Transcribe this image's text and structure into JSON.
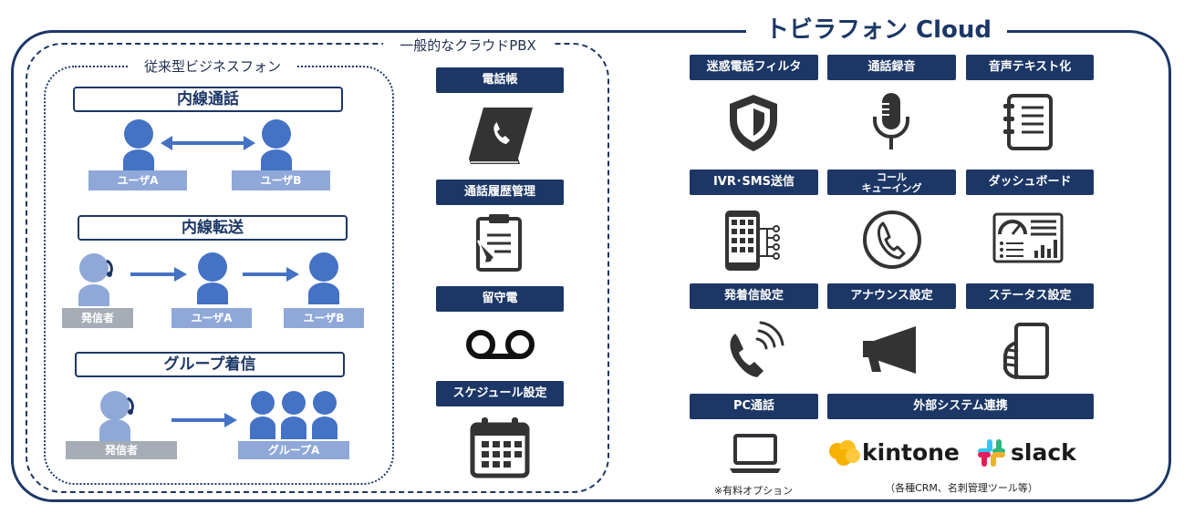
{
  "main_title": "トビラフォン Cloud",
  "pbx_title": "一般的なクラウドPBX",
  "traditional_title": "従来型ビジネスフォン",
  "traditional": {
    "internal_call": {
      "title": "内線通話",
      "user_a": "ユーザA",
      "user_b": "ユーザB"
    },
    "transfer": {
      "title": "内線転送",
      "caller": "発信者",
      "user_a": "ユーザA",
      "user_b": "ユーザB"
    },
    "group": {
      "title": "グループ着信",
      "caller": "発信者",
      "group": "グループA"
    }
  },
  "pbx": {
    "phonebook": "電話帳",
    "history": "通話履歴管理",
    "voicemail": "留守電",
    "schedule": "スケジュール設定"
  },
  "cloud": {
    "spam_filter": "迷惑電話フィルタ",
    "recording": "通話録音",
    "transcription": "音声テキスト化",
    "ivr": "IVR･SMS送信",
    "queue_line1": "コール",
    "queue_line2": "キューイング",
    "dashboard": "ダッシュボード",
    "incoming": "発着信設定",
    "announce": "アナウンス設定",
    "status": "ステータス設定",
    "pc_call": "PC通話",
    "external": "外部システム連携",
    "paid_option": "※有料オプション",
    "examples": "（各種CRM、名刺管理ツール等）",
    "kintone": "kintone",
    "slack": "slack"
  },
  "colors": {
    "navy": "#1c3766",
    "person": "#4472c4",
    "label_blue": "#8fa8d8",
    "label_gray": "#a6acb6",
    "icon": "#333333"
  }
}
